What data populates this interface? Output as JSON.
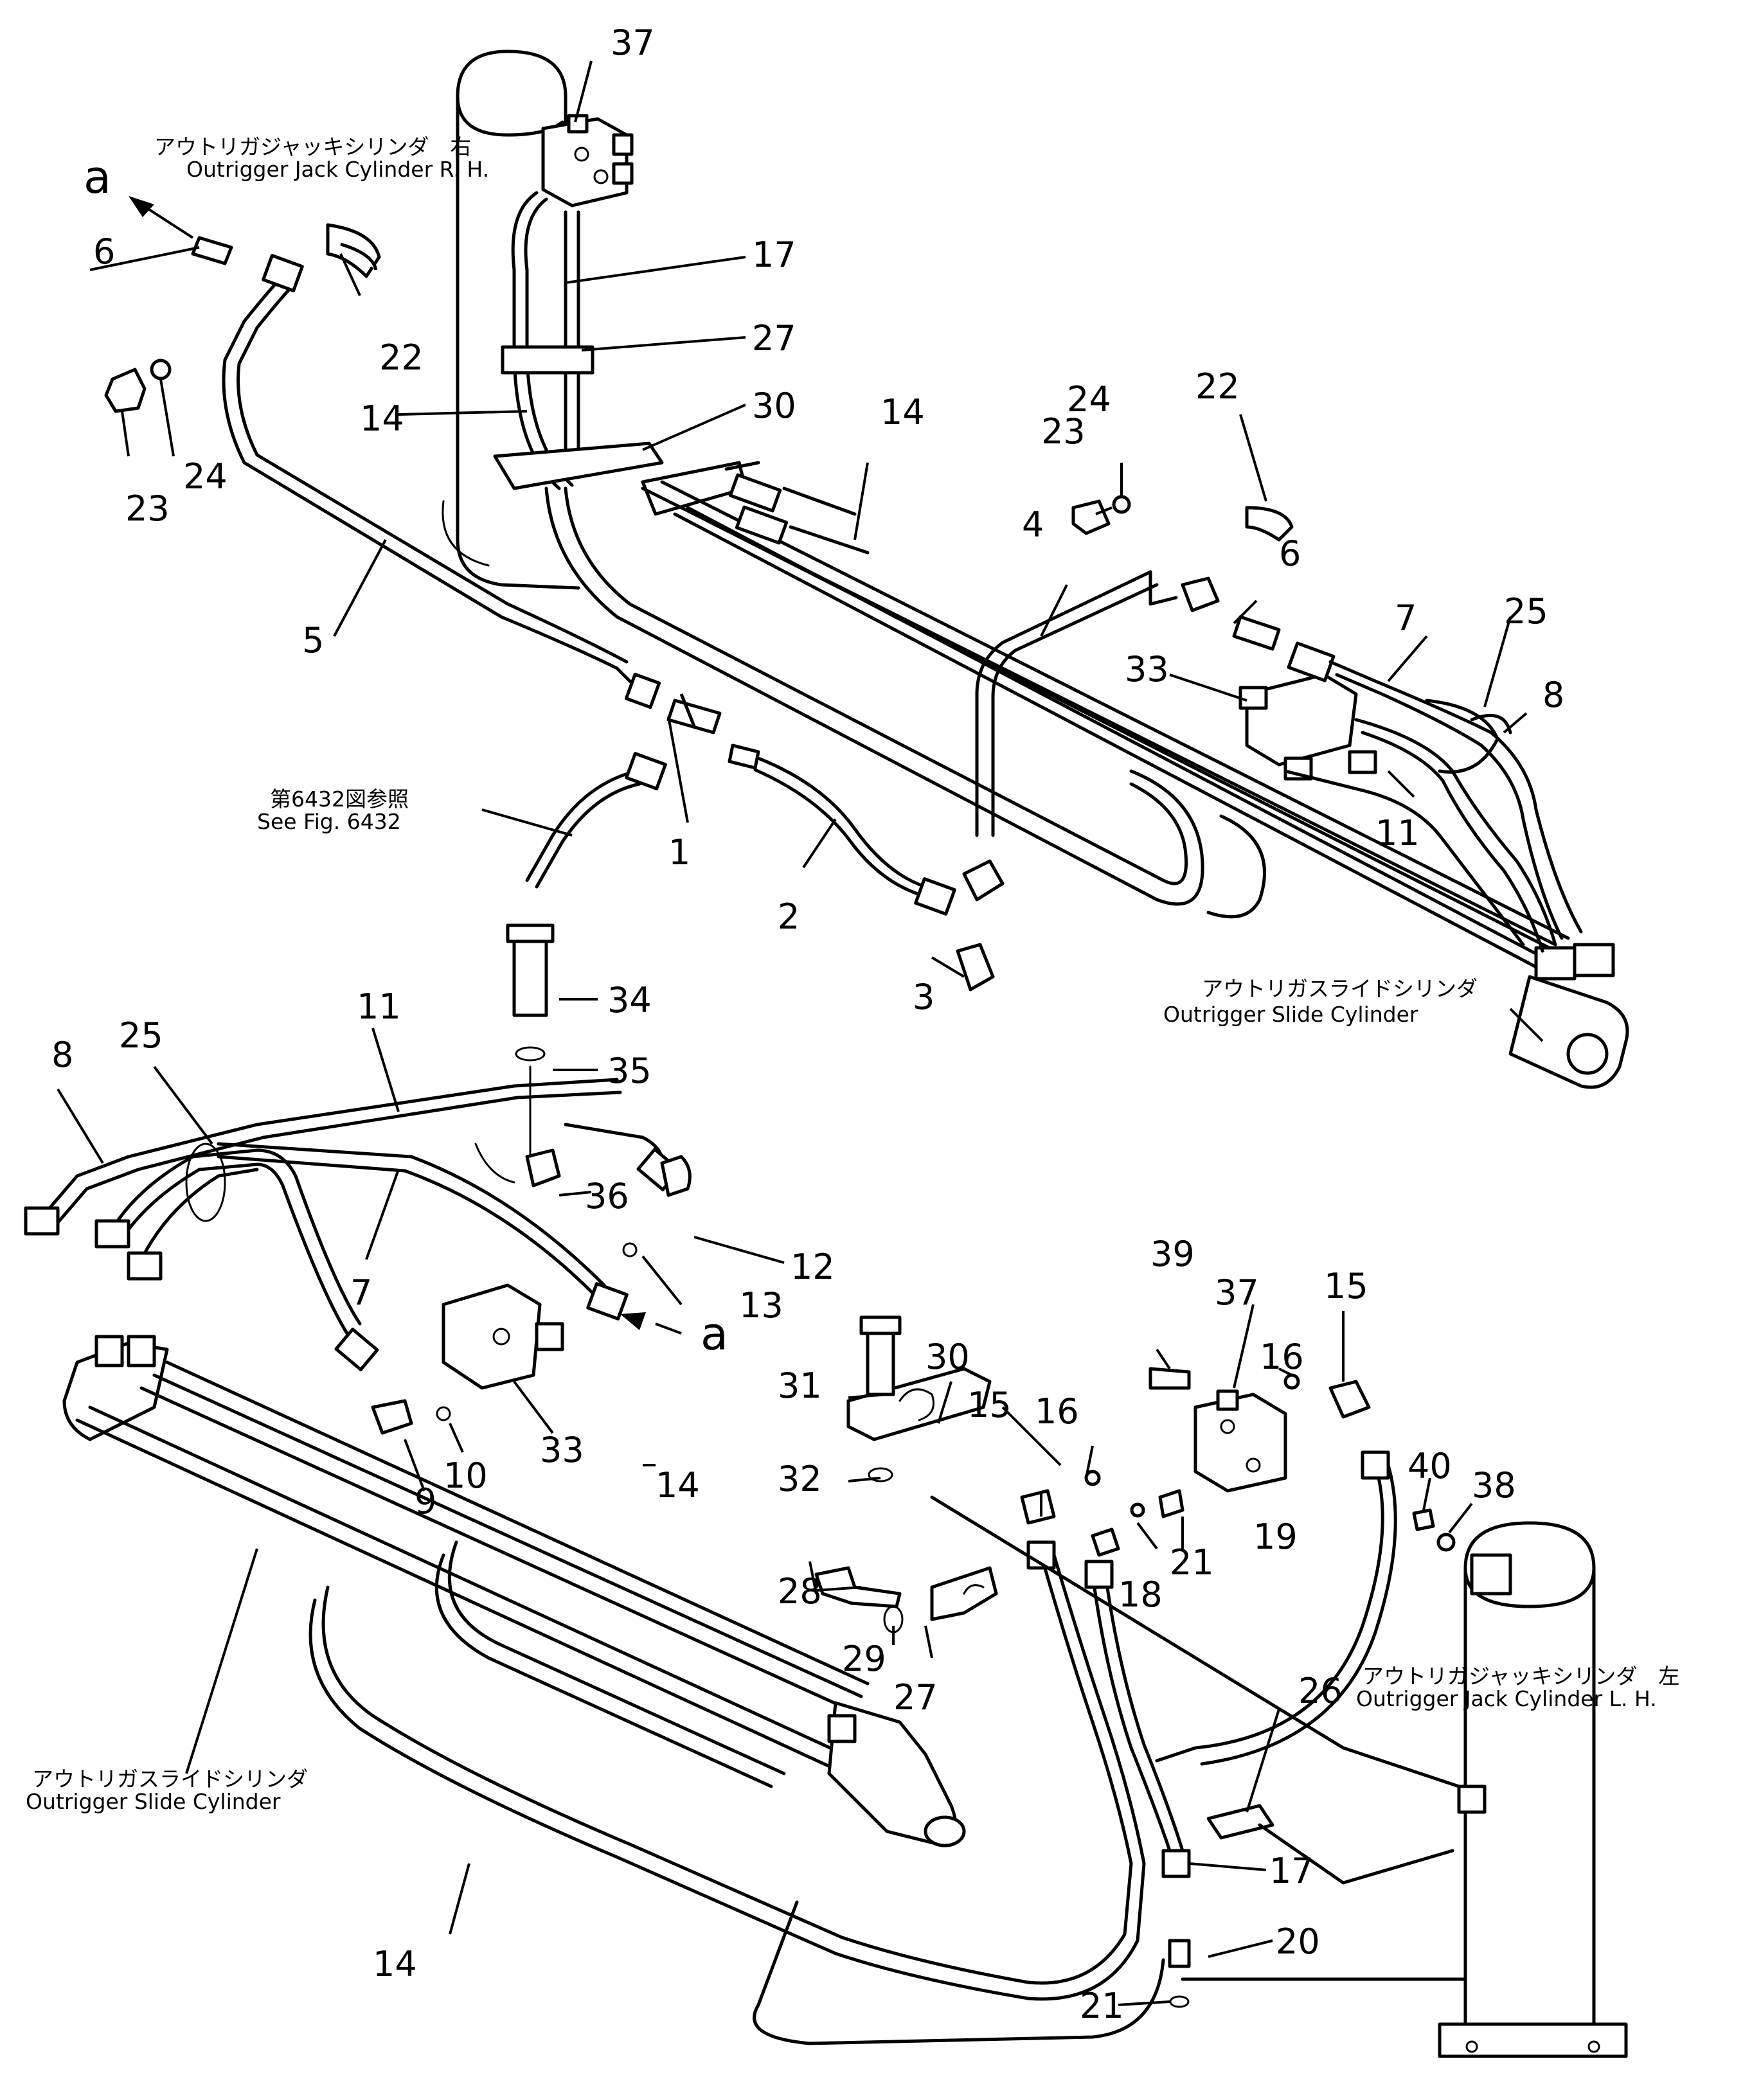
{
  "captions": {
    "jack_rh_jp": "アウトリガジャッキシリンダ　右",
    "jack_rh_en": "Outrigger  Jack  Cylinder  R. H.",
    "jack_lh_jp": "アウトリガジャッキシリンダ　左",
    "jack_lh_en": "Outrigger  Jack  Cylinder  L. H.",
    "slide_top_jp": "アウトリガスライドシリンダ",
    "slide_top_en": "Outrigger  Slide  Cylinder",
    "slide_bottom_jp": "アウトリガスライドシリンダ",
    "slide_bottom_en": "Outrigger  Slide  Cylinder",
    "fig_ref_jp": "第6432図参照",
    "fig_ref_en": "See  Fig.  6432",
    "tag_a": "a"
  },
  "callouts": [
    "1",
    "2",
    "3",
    "4",
    "5",
    "6",
    "7",
    "8",
    "9",
    "10",
    "11",
    "12",
    "13",
    "14",
    "15",
    "16",
    "17",
    "18",
    "19",
    "20",
    "21",
    "22",
    "23",
    "24",
    "25",
    "26",
    "27",
    "28",
    "29",
    "30",
    "31",
    "32",
    "33",
    "34",
    "35",
    "36",
    "37",
    "38",
    "39",
    "40"
  ]
}
